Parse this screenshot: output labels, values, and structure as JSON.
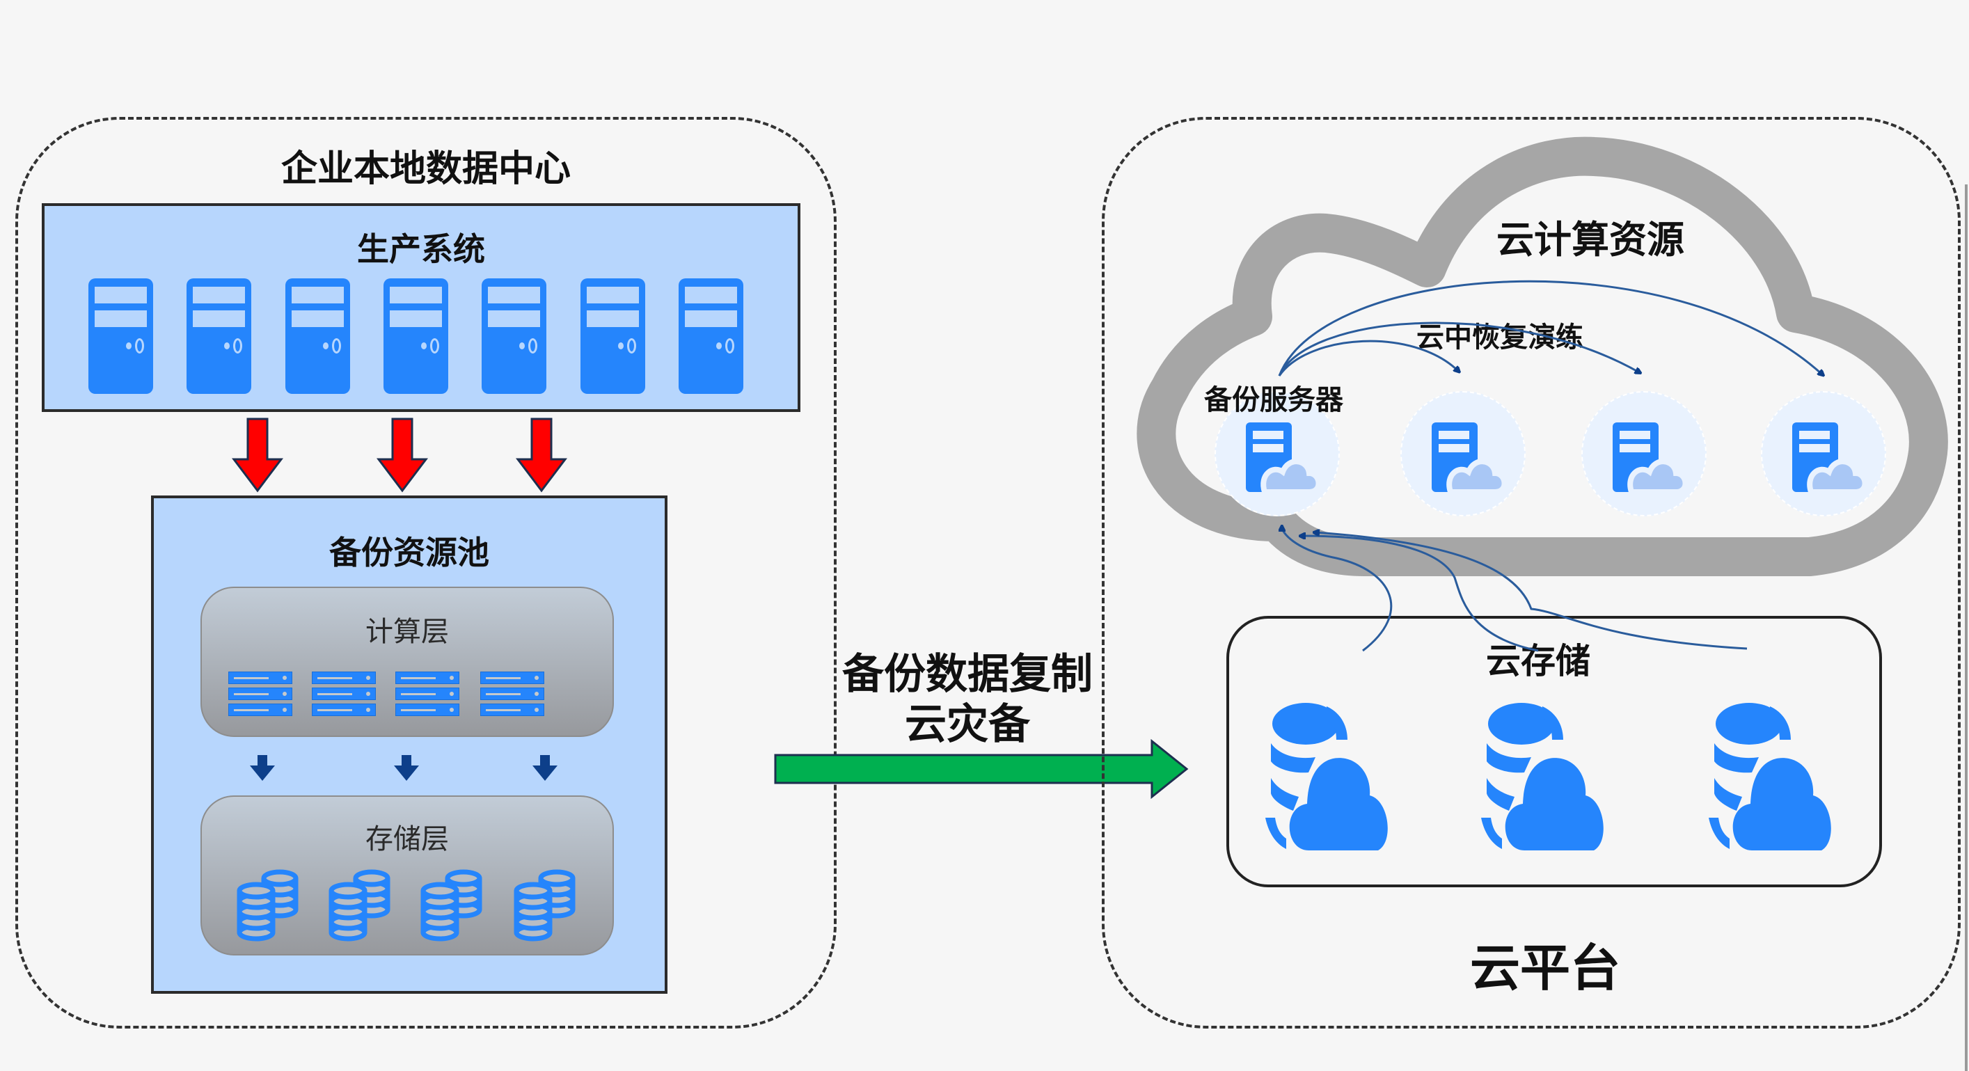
{
  "diagram": {
    "title": "企业本地数据中心与云平台灾备架构",
    "left_site": {
      "title": "企业本地数据中心",
      "production": {
        "title": "生产系统",
        "server_count": 7,
        "server_icon": "tower-server-icon"
      },
      "flow_arrow_count": 3,
      "backup_pool": {
        "title": "备份资源池",
        "compute_layer": {
          "title": "计算层",
          "rack_count": 4,
          "icon": "rack-server-icon"
        },
        "layer_arrow_count": 3,
        "storage_layer": {
          "title": "存储层",
          "db_count": 4,
          "icon": "database-stack-icon"
        }
      }
    },
    "transfer": {
      "line1": "备份数据复制",
      "line2": "云灾备",
      "arrow_color": "#00b050"
    },
    "right_site": {
      "title": "云平台",
      "cloud_compute": {
        "title": "云计算资源",
        "backup_server_label": "备份服务器",
        "drill_label": "云中恢复演练",
        "server_count": 4,
        "server_icon": "cloud-server-icon"
      },
      "cloud_storage": {
        "title": "云存储",
        "node_count": 3,
        "node_icon": "cloud-database-icon"
      }
    },
    "colors": {
      "server_blue": "#2585fc",
      "panel_blue": "#b7d6fd",
      "down_arrow_red": "#ff0000",
      "layer_arrow_navy": "#0d3f8a",
      "cloud_outline": "#a6a6a6",
      "connector": "#2a5c9c"
    }
  }
}
